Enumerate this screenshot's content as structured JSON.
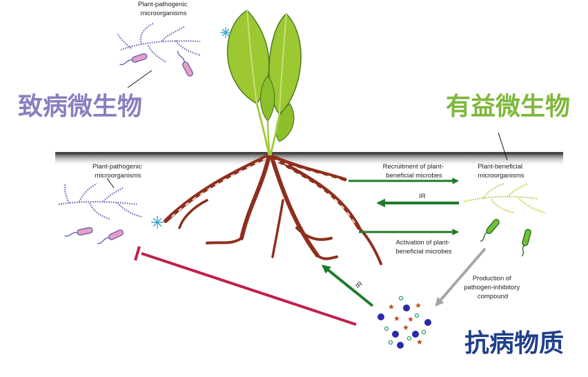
{
  "labels": {
    "pathogen_top": [
      "Plant-pathogenic",
      "microorganisms"
    ],
    "pathogen_left": [
      "Plant-pathogenic",
      "microorganisms"
    ],
    "beneficial": [
      "Plant-beneficial",
      "microorganisms"
    ],
    "recruitment": [
      "Recruitment of plant-",
      "beneficial microbes"
    ],
    "ir_top": "IR",
    "activation": [
      "Activation of plant-",
      "beneficial microbes"
    ],
    "production": [
      "Production of",
      "pathogen-inhibitory",
      "compound"
    ],
    "ir_diag": "IR"
  },
  "cjk": {
    "pathogenic": "致病微生物",
    "beneficial": "有益微生物",
    "antimicrobial": "抗病物质"
  },
  "colors": {
    "pathogen": "#8a7fc0",
    "beneficial_text": "#7fb83a",
    "antimicrobial_text": "#1f3f8a",
    "root": "#8e2f1e",
    "leaf": "#9cc832",
    "arrow_green": "#1f7a2a",
    "inhibit": "#c01f4a",
    "arrow_gray": "#a6a6a6"
  }
}
